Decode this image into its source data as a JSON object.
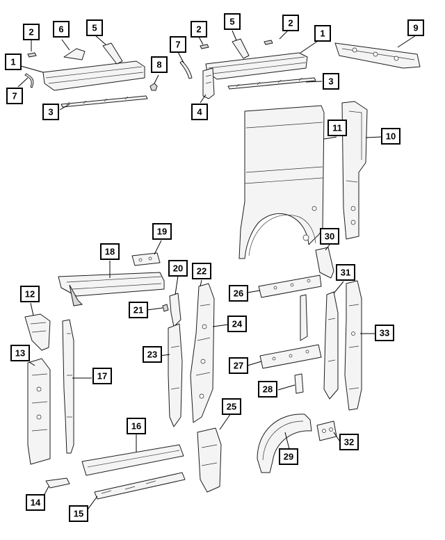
{
  "diagram": {
    "callouts": [
      {
        "id": "c2a",
        "label": "2"
      },
      {
        "id": "c6",
        "label": "6"
      },
      {
        "id": "c5a",
        "label": "5"
      },
      {
        "id": "c1a",
        "label": "1"
      },
      {
        "id": "c7a",
        "label": "7"
      },
      {
        "id": "c3a",
        "label": "3"
      },
      {
        "id": "c8",
        "label": "8"
      },
      {
        "id": "c7b",
        "label": "7"
      },
      {
        "id": "c2b",
        "label": "2"
      },
      {
        "id": "c5b",
        "label": "5"
      },
      {
        "id": "c2c",
        "label": "2"
      },
      {
        "id": "c1b",
        "label": "1"
      },
      {
        "id": "c9",
        "label": "9"
      },
      {
        "id": "c3b",
        "label": "3"
      },
      {
        "id": "c4",
        "label": "4"
      },
      {
        "id": "c11",
        "label": "11"
      },
      {
        "id": "c10",
        "label": "10"
      },
      {
        "id": "c19",
        "label": "19"
      },
      {
        "id": "c18",
        "label": "18"
      },
      {
        "id": "c30",
        "label": "30"
      },
      {
        "id": "c20",
        "label": "20"
      },
      {
        "id": "c22",
        "label": "22"
      },
      {
        "id": "c12",
        "label": "12"
      },
      {
        "id": "c21",
        "label": "21"
      },
      {
        "id": "c26",
        "label": "26"
      },
      {
        "id": "c31",
        "label": "31"
      },
      {
        "id": "c24",
        "label": "24"
      },
      {
        "id": "c33",
        "label": "33"
      },
      {
        "id": "c13",
        "label": "13"
      },
      {
        "id": "c23",
        "label": "23"
      },
      {
        "id": "c17",
        "label": "17"
      },
      {
        "id": "c27",
        "label": "27"
      },
      {
        "id": "c28",
        "label": "28"
      },
      {
        "id": "c25",
        "label": "25"
      },
      {
        "id": "c16",
        "label": "16"
      },
      {
        "id": "c32",
        "label": "32"
      },
      {
        "id": "c29",
        "label": "29"
      },
      {
        "id": "c14",
        "label": "14"
      },
      {
        "id": "c15",
        "label": "15"
      }
    ]
  }
}
